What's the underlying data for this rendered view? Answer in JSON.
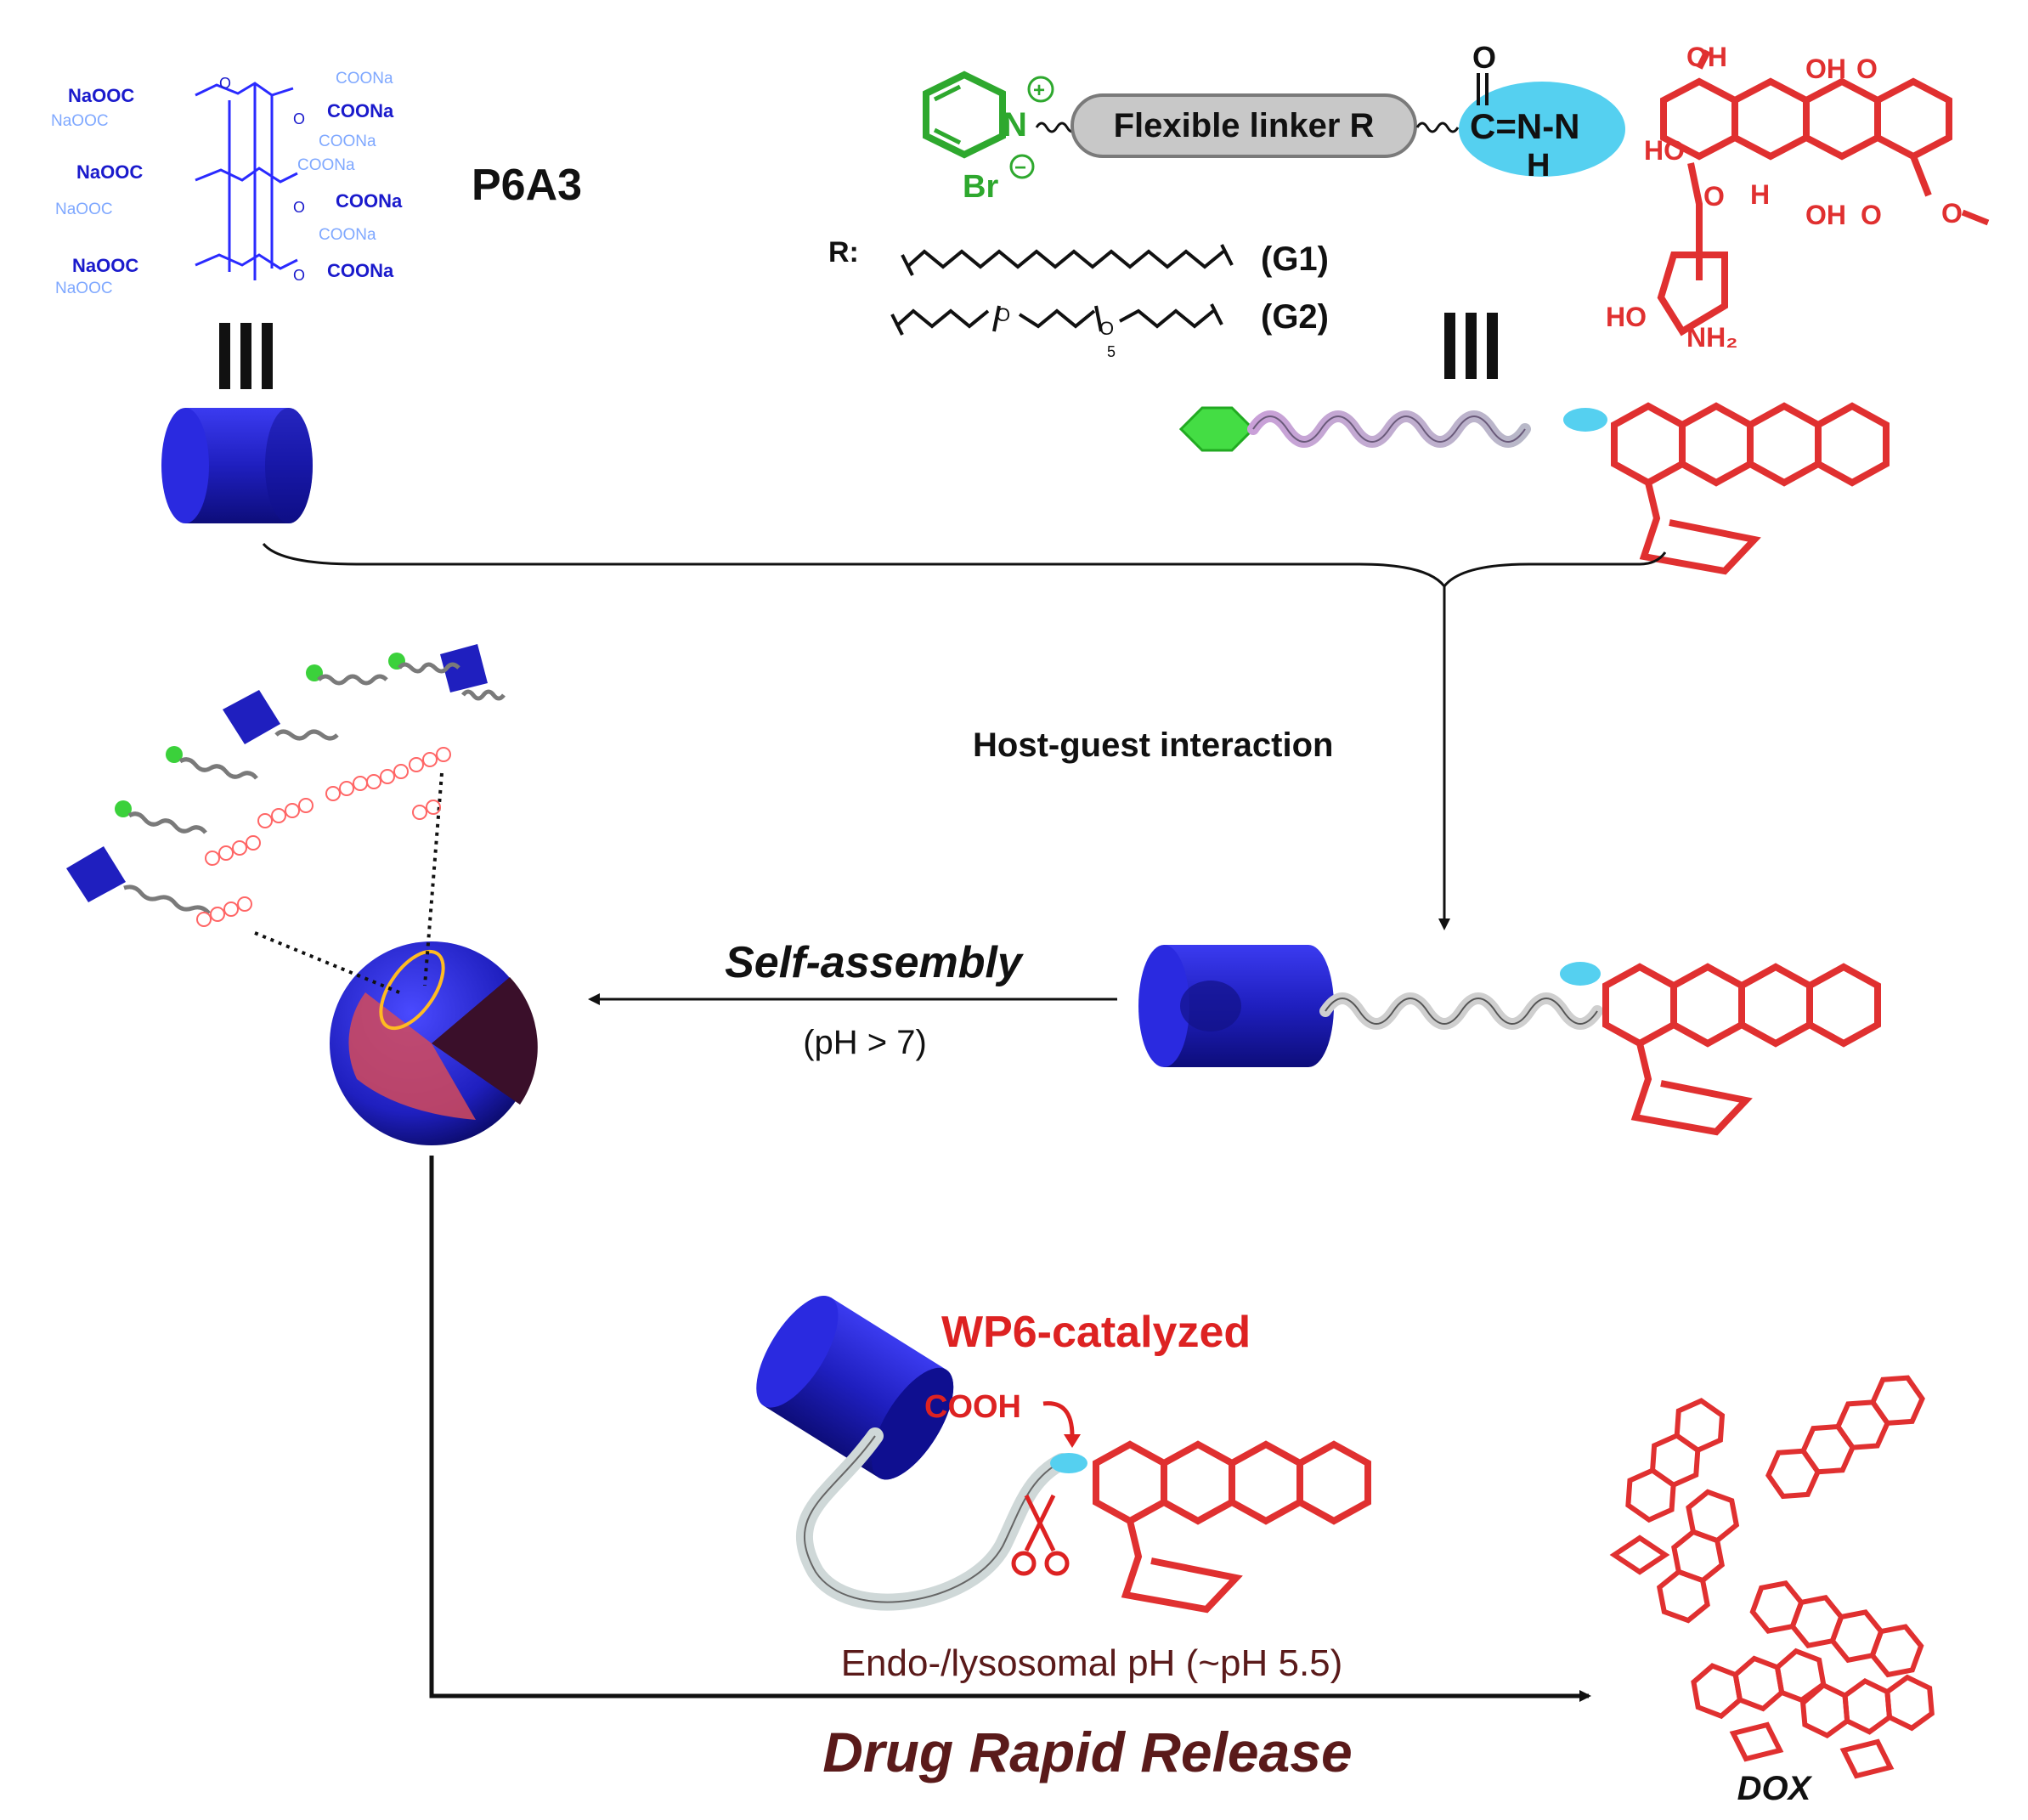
{
  "host": {
    "name": "P6A3",
    "groups_left": [
      "NaOOC",
      "NaOOC",
      "NaOOC",
      "NaOOC",
      "NaOOC",
      "NaOOC"
    ],
    "groups_right": [
      "COONa",
      "COONa",
      "COONa",
      "COONa",
      "COONa",
      "COONa",
      "COONa"
    ],
    "ring_o": "O"
  },
  "guest": {
    "linker_label": "Flexible linker R",
    "r_label": "R:",
    "g1_label": "(G1)",
    "g2_label": "(G2)",
    "plus": "+",
    "minus": "−",
    "pyridinium_n": "N",
    "bromide": "Br",
    "hydrazone": "C=N-N",
    "hydrogen": "H",
    "carbonyl_o": "O",
    "g2_o": "O",
    "g2_sub": "5",
    "dox_labels": [
      "OH",
      "OH",
      "O",
      "HO",
      "H",
      "OH",
      "O",
      "O",
      "O",
      "HO",
      "NH₂"
    ]
  },
  "triple_bar": "|||",
  "steps": {
    "host_guest": "Host-guest interaction",
    "self_assembly": "Self-assembly",
    "self_assembly_cond": "(pH > 7)",
    "catalyzed": "WP6-catalyzed",
    "cooh": "COOH",
    "endo_ph": "Endo-/lysosomal pH (~pH 5.5)",
    "release": "Drug Rapid Release",
    "dox": "DOX"
  },
  "colors": {
    "host_blue": "#1f1fbf",
    "host_blue_dark": "#0d0d7a",
    "drug_red": "#e03030",
    "pyridinium_green": "#2ea82e",
    "hydrazone_cyan": "#55d0f0",
    "release_text": "#5a1a1a"
  }
}
